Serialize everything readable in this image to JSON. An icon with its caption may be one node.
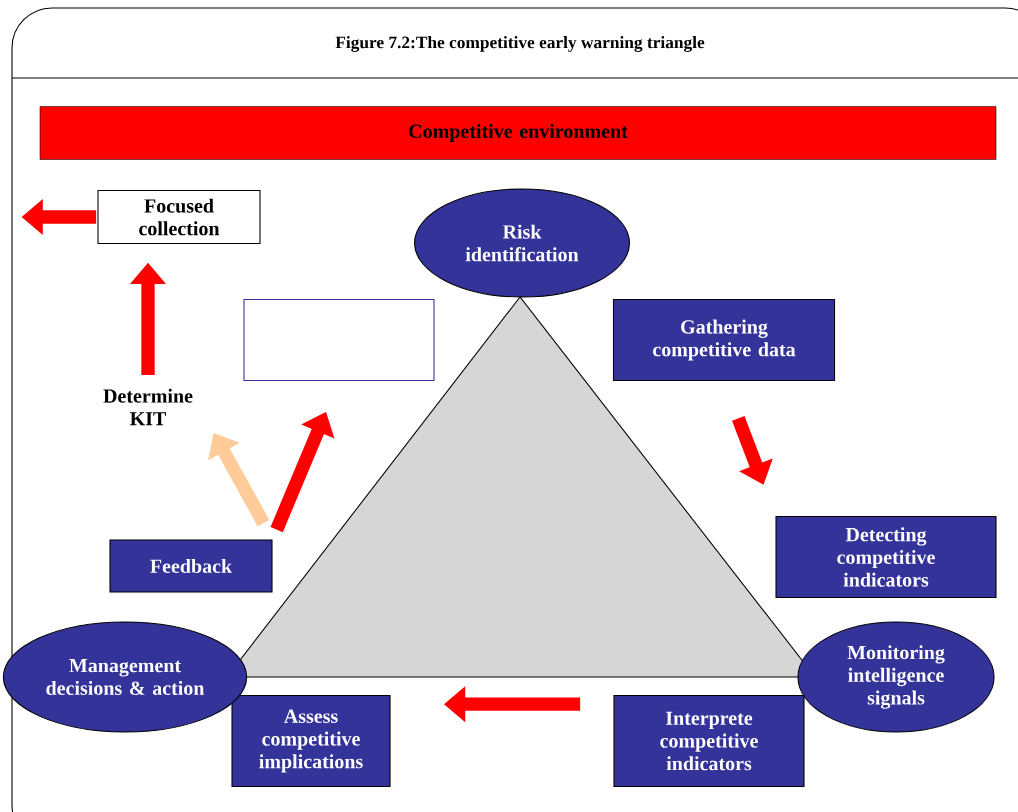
{
  "diagram": {
    "title": "Figure 7.2:The competitive early warning triangle",
    "nodes": [
      {
        "text": [
          "Competitive environment"
        ]
      },
      {
        "text": [
          "Risk identification"
        ]
      },
      {
        "text": [
          "Gathering competitive data"
        ]
      },
      {
        "text": [
          "Detecting competitive indicators"
        ]
      },
      {
        "text": [
          "Monitoring intelligence signals"
        ]
      },
      {
        "text": [
          "Interprete competitive indicators"
        ]
      },
      {
        "text": [
          "Assess competitive implications"
        ]
      },
      {
        "text": [
          "Management decisions & action"
        ]
      },
      {
        "text": [
          "Feedback"
        ]
      },
      {
        "text": [],
        "shape": "box"
      },
      {
        "text": [
          "Determine KIT"
        ]
      },
      {
        "text": [
          "Focused collection"
        ]
      }
    ],
    "edges": [
      {
        "from": 2,
        "to": 3,
        "arrow": "to"
      },
      {
        "from": 5,
        "to": 6,
        "arrow": "to"
      },
      {
        "from": 8,
        "to": 9,
        "arrow": "to"
      },
      {
        "from": 8,
        "to": 10,
        "arrow": "to",
        "color": "#ffcc99"
      },
      {
        "from": 10,
        "to": 11,
        "arrow": "to"
      },
      {
        "from": 11,
        "to": null,
        "arrow": "to"
      }
    ]
  }
}
